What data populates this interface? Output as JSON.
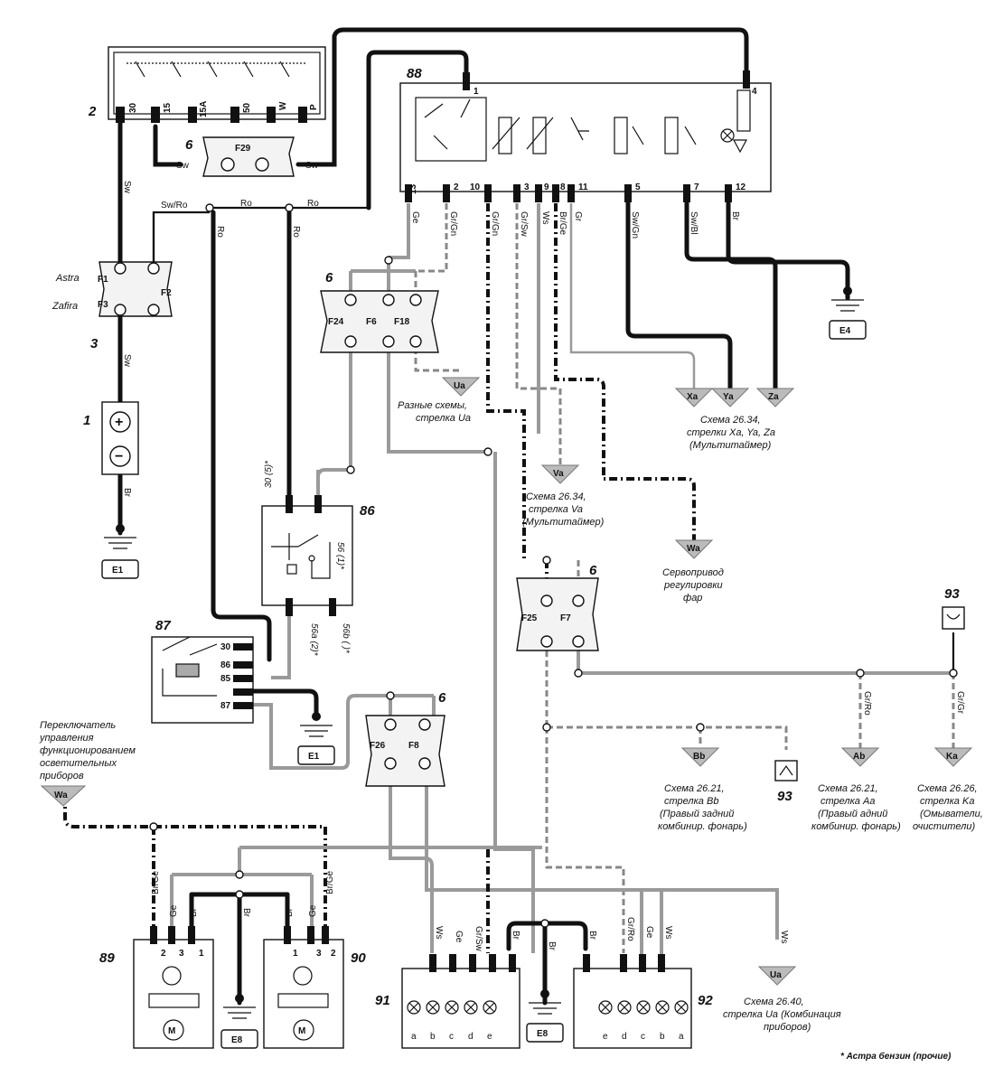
{
  "components": {
    "c1": "1",
    "c2": "2",
    "c3": "3",
    "c6": "6",
    "c86": "86",
    "c87": "87",
    "c88": "88",
    "c89": "89",
    "c90": "90",
    "c91": "91",
    "c92": "92",
    "c93": "93"
  },
  "fuses": {
    "f29": "F29",
    "f1": "F1",
    "f2": "F2",
    "f3": "F3",
    "f24": "F24",
    "f6": "F6",
    "f18": "F18",
    "f25": "F25",
    "f7": "F7",
    "f26": "F26",
    "f8": "F8"
  },
  "fuse_box_labels": {
    "astra": "Astra",
    "zafira": "Zafira"
  },
  "ignition_pins": [
    "30",
    "15",
    "15A",
    "50",
    "W",
    "P"
  ],
  "module88_pins": [
    "13",
    "2",
    "10",
    "3",
    "9",
    "8",
    "11",
    "5",
    "7",
    "12",
    "1",
    "4"
  ],
  "relay86_pins": {
    "p30": "30 (5)*",
    "p56": "56 (1)*",
    "p56a": "56a (2)*",
    "p56b": "56b ( )*"
  },
  "relay87_pins": [
    "30",
    "86",
    "85",
    "87"
  ],
  "wire_colors": {
    "sw": "Sw",
    "swro": "Sw/Ro",
    "ro": "Ro",
    "br": "Br",
    "ge": "Ge",
    "grgn": "Gr/Gn",
    "grsw": "Gr/Sw",
    "ws": "Ws",
    "brge": "Br/Ge",
    "gr": "Gr",
    "swgn": "Sw/Gn",
    "swbl": "Sw/Bl",
    "grro": "Gr/Ro",
    "grgr": "Gr/Gr"
  },
  "grounds": {
    "e1": "E1",
    "e1b": "E1",
    "e4": "E4",
    "e8": "E8",
    "e8b": "E8"
  },
  "arrows": {
    "ua": "Ua",
    "xa": "Xa",
    "ya": "Ya",
    "za": "Za",
    "va": "Va",
    "wa": "Wa",
    "bb": "Bb",
    "ab": "Ab",
    "ka": "Ka",
    "ua2": "Ua",
    "wa2": "Wa"
  },
  "captions": {
    "ua_1": "Разные схемы,",
    "ua_2": "стрелка Ua",
    "xyz_1": "Схема 26.34,",
    "xyz_2": "стрелки Xa, Ya, Za",
    "xyz_3": "(Мультитаймер)",
    "va_1": "Схема 26.34,",
    "va_2": "стрелка Va",
    "va_3": "(Мультитаймер)",
    "wa_1": "Сервопривод",
    "wa_2": "регулировки",
    "wa_3": "фар",
    "bb_1": "Схема 26.21,",
    "bb_2": "стрелка Bb",
    "bb_3": "(Правый задний",
    "bb_4": "комбинир. фонарь)",
    "ab_1": "Схема 26.21,",
    "ab_2": "стрелка Aa",
    "ab_3": "(Правый адний",
    "ab_4": "комбинир. фонарь)",
    "ka_1": "Схема 26.26,",
    "ka_2": "стрелка Ka",
    "ka_3": "(Омыватели,",
    "ka_4": "очистители)",
    "ua2_1": "Схема 26.40,",
    "ua2_2": "стрелка Ua (Комбинация",
    "ua2_3": "приборов)",
    "sw_1": "Переключатель",
    "sw_2": "управления",
    "sw_3": "функционированием",
    "sw_4": "осветительных",
    "sw_5": "приборов"
  },
  "footnote": "* Астра бензин (прочие)",
  "pins89": [
    "2",
    "3",
    "1"
  ],
  "pins90": [
    "1",
    "3",
    "2"
  ],
  "pins91": [
    "a",
    "b",
    "c",
    "d",
    "e"
  ],
  "pins92": [
    "e",
    "d",
    "c",
    "b",
    "a"
  ],
  "battery": {
    "plus": "+",
    "minus": "−"
  },
  "motor": "M"
}
